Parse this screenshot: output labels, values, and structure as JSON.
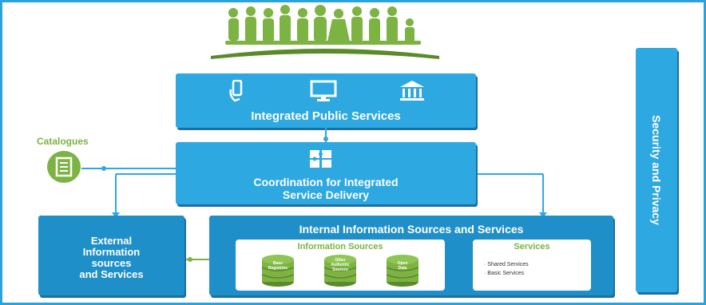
{
  "boxes": {
    "integrated_public_services": "Integrated Public Services",
    "coordination_line1": "Coordination for Integrated",
    "coordination_line2": "Service Delivery",
    "external_line1": "External",
    "external_line2": "Information",
    "external_line3": "sources",
    "external_line4": "and Services",
    "internal_title": "Internal Information Sources and Services",
    "security_privacy": "Security and Privacy"
  },
  "catalogues_label": "Catalogues",
  "information_sources": {
    "title": "Information Sources",
    "items": [
      {
        "line1": "Base",
        "line2": "Registries",
        "line3": ""
      },
      {
        "line1": "Other",
        "line2": "Authentic",
        "line3": "Sources"
      },
      {
        "line1": "Open",
        "line2": "Data",
        "line3": ""
      }
    ]
  },
  "services_panel": {
    "title": "Services",
    "items": [
      "Shared Services",
      "Basic Services"
    ]
  },
  "icons": [
    "people-icon",
    "mobile-icon",
    "monitor-icon",
    "building-icon",
    "puzzle-icon",
    "catalogue-icon"
  ],
  "colors": {
    "box_blue": "#2ea8e0",
    "shadow_blue": "#1c6fa3",
    "green": "#7cb342",
    "dark_green": "#5a8a2a"
  }
}
